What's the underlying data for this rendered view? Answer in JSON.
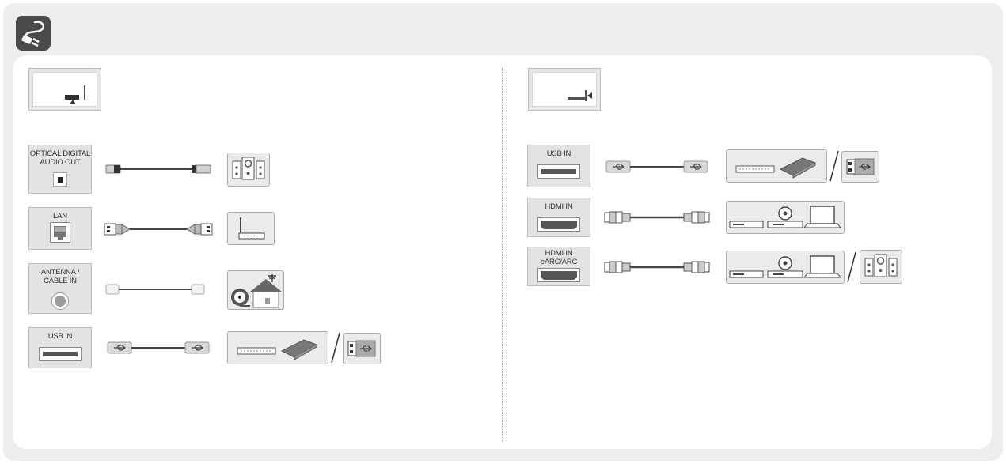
{
  "header": {
    "icon": "cable-plug-icon"
  },
  "left_panel": {
    "tv_icon": "tv-rear-bottom-port-icon",
    "rows": [
      {
        "label": "OPTICAL DIGITAL\nAUDIO OUT",
        "cable": "optical-cable-icon",
        "device": "speaker-system-icon"
      },
      {
        "label": "LAN",
        "cable": "lan-cable-icon",
        "device": "router-icon"
      },
      {
        "label": "ANTENNA /\nCABLE IN",
        "cable": "antenna-cable-icon",
        "device": "antenna-house-icon"
      },
      {
        "label": "USB IN",
        "cable": "usb-cable-icon",
        "device": "external-storage-icon",
        "alt_device": "usb-stick-icon"
      }
    ]
  },
  "right_panel": {
    "tv_icon": "tv-rear-side-port-icon",
    "rows": [
      {
        "label": "USB IN",
        "cable": "usb-cable-icon",
        "device": "external-storage-icon",
        "alt_device": "usb-stick-icon"
      },
      {
        "label": "HDMI IN",
        "cable": "hdmi-cable-icon",
        "device": "media-devices-icon"
      },
      {
        "label": "HDMI IN\neARC/ARC",
        "cable": "hdmi-cable-icon",
        "device": "media-devices-icon",
        "alt_device": "speaker-system-icon"
      }
    ]
  }
}
